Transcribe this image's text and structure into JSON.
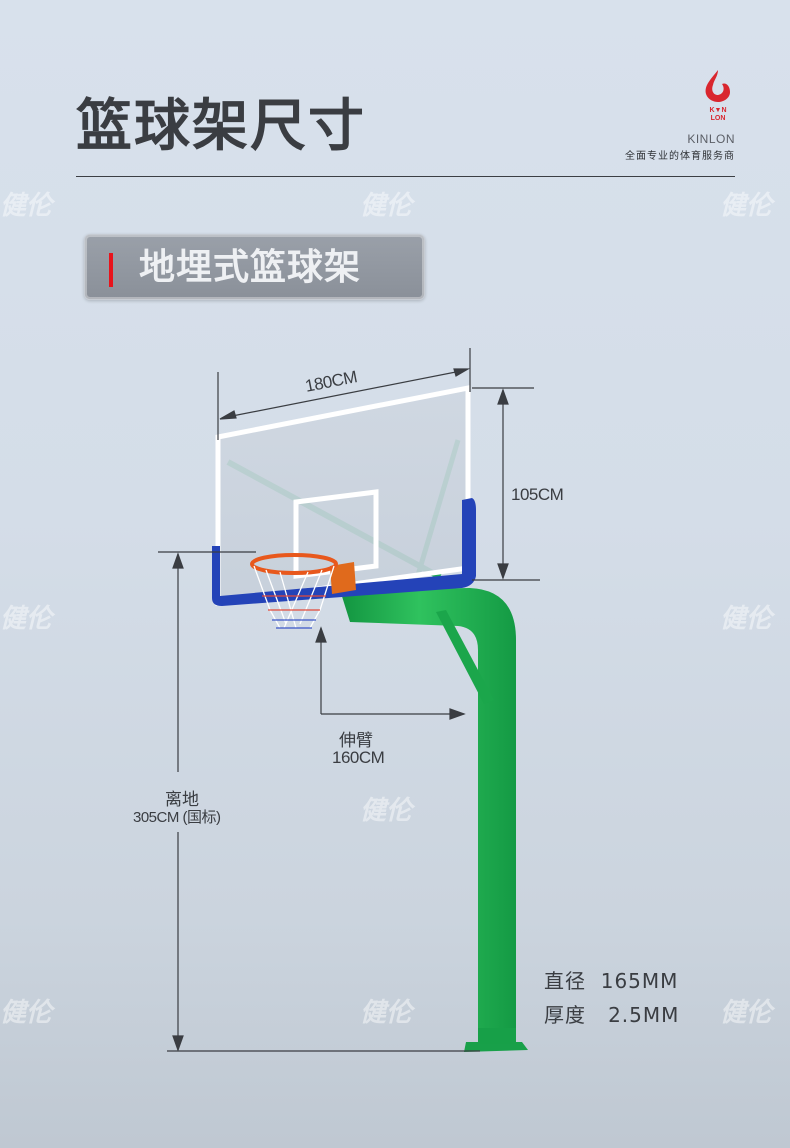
{
  "header": {
    "title": "篮球架尺寸",
    "brand_name": "KINLON",
    "brand_slogan": "全面专业的体育服务商",
    "logo_letters_top": "K▼N",
    "logo_letters_bottom": "LON"
  },
  "section": {
    "label": "地埋式篮球架",
    "accent_color": "#e8131b"
  },
  "dimensions": {
    "backboard_width": "180CM",
    "backboard_height": "105CM",
    "arm_label": "伸臂",
    "arm_value": "160CM",
    "rim_height_label": "离地",
    "rim_height_value": "305CM (国标)"
  },
  "specs": [
    {
      "label": "直径",
      "value": "165MM"
    },
    {
      "label": "厚度",
      "value": "2.5MM"
    }
  ],
  "watermark": "健伦",
  "colors": {
    "pole_green": "#1fae4f",
    "backboard_frame_blue": "#2443b8",
    "rim_orange": "#e8581c",
    "text_dark": "#3a3d42"
  }
}
